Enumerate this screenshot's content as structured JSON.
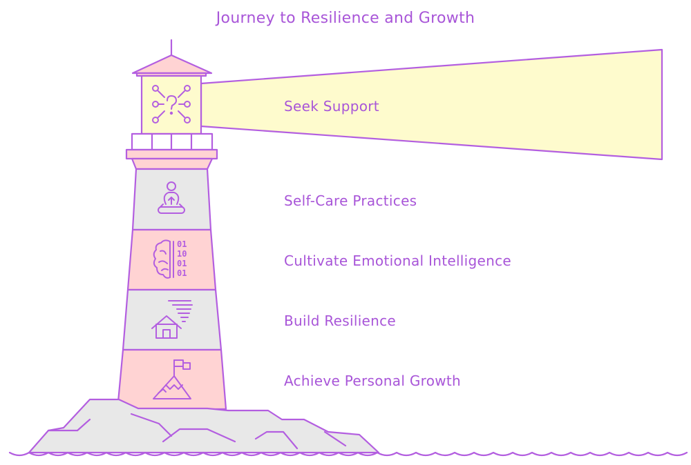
{
  "title": "Journey to Resilience and Growth",
  "levels": [
    {
      "label": "Seek Support",
      "icon": "network-question-icon"
    },
    {
      "label": "Self-Care Practices",
      "icon": "meditation-icon"
    },
    {
      "label": "Cultivate Emotional Intelligence",
      "icon": "brain-binary-icon"
    },
    {
      "label": "Build Resilience",
      "icon": "house-storm-icon"
    },
    {
      "label": "Achieve Personal Growth",
      "icon": "mountain-flag-icon"
    }
  ],
  "colors": {
    "stroke": "#b35ee0",
    "text": "#a855d8",
    "pink": "#ffd3d3",
    "gray": "#e8e8e8",
    "beam": "#fefbcd"
  }
}
